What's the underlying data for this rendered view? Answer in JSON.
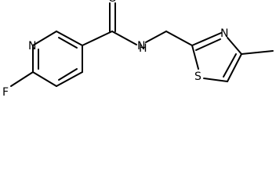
{
  "structure": {
    "atoms": {
      "fluorine": "F",
      "pyridine_nitrogen": "N",
      "carbonyl_oxygen": "O",
      "amide_nitrogen": "N",
      "amide_hydrogen": "H",
      "thiazole_nitrogen": "N",
      "thiazole_sulfur": "S"
    }
  }
}
